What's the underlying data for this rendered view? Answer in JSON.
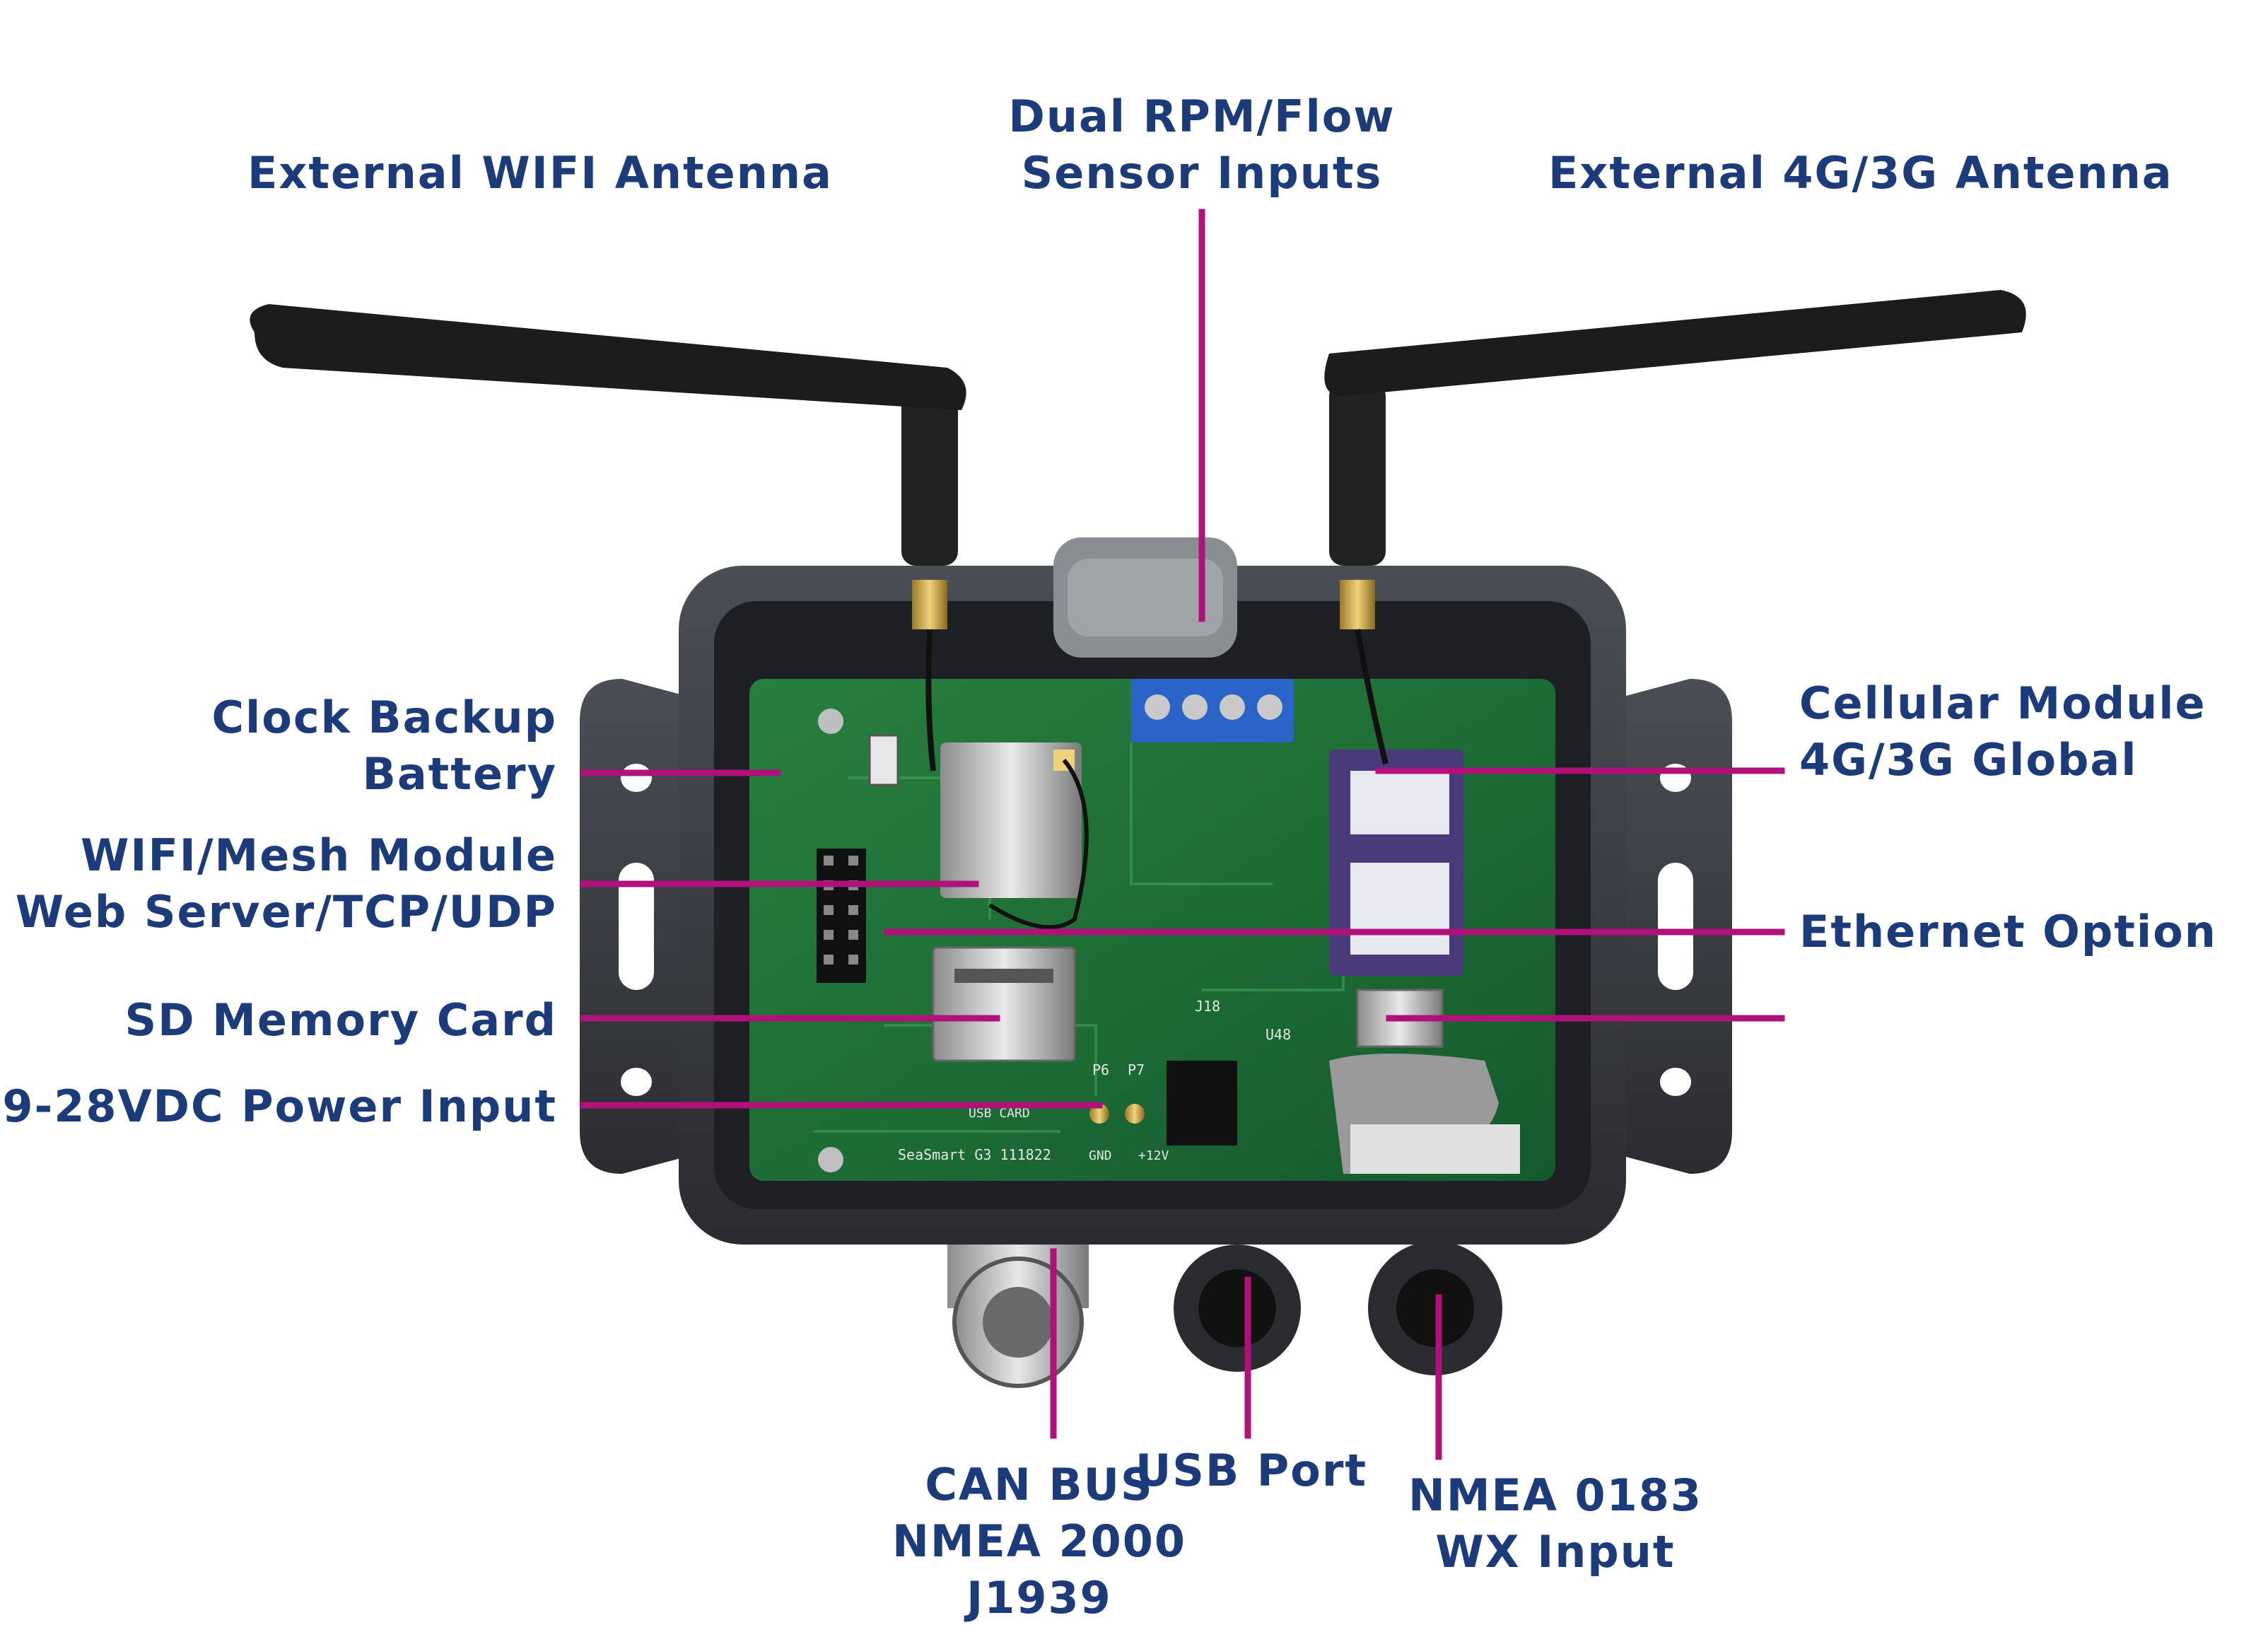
{
  "labels": {
    "wifi_antenna": "External WIFI Antenna",
    "rpm_flow": [
      "Dual RPM/Flow",
      "Sensor Inputs"
    ],
    "cell_antenna": "External 4G/3G Antenna",
    "clock_battery": [
      "Clock Backup",
      "Battery"
    ],
    "wifi_module": [
      "WIFI/Mesh Module",
      "Web Server/TCP/UDP"
    ],
    "sd_card": "SD Memory Card",
    "power_input": "9-28VDC Power Input",
    "cellular_module": [
      "Cellular Module",
      "4G/3G Global"
    ],
    "ethernet": "Ethernet Option",
    "can_bus": [
      "CAN BUS",
      "NMEA 2000",
      "J1939"
    ],
    "usb_port": "USB Port",
    "nmea_0183": [
      "NMEA 0183",
      "WX Input"
    ]
  },
  "board_text": {
    "footprint": "SeaSmart G3 111822",
    "usb_card": "USB CARD",
    "p6": "P6",
    "p7": "P7",
    "j18": "J18",
    "u48": "U48",
    "gnd": "GND",
    "v12": "+12V"
  },
  "colors": {
    "label_text": "#1b3b7a",
    "leader_line": "#b0127a",
    "enclosure": "#3a3d42",
    "pcb": "#1f6b3a",
    "antenna": "#1c1c1c",
    "terminal_block": "#2a64c8",
    "ribbon_cable": "#9a9a9a",
    "cell_module_pcb": "#4a3a7a"
  }
}
